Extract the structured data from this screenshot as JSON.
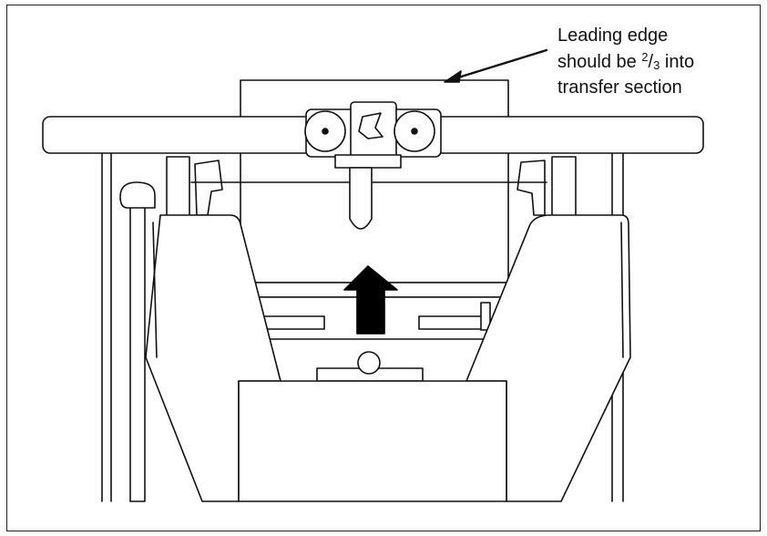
{
  "callout": {
    "line1": "Leading edge",
    "line2_before": "should be ",
    "fraction_numerator": "2",
    "fraction_slash": "/",
    "fraction_denominator": "3",
    "line2_after": " into",
    "line3": "transfer section"
  },
  "colors": {
    "stroke": "#111111",
    "fill": "#ffffff",
    "arrow": "#000000"
  },
  "icons": {
    "feed_direction": "up-arrow-icon",
    "callout_pointer": "pointer-arrow-icon"
  }
}
